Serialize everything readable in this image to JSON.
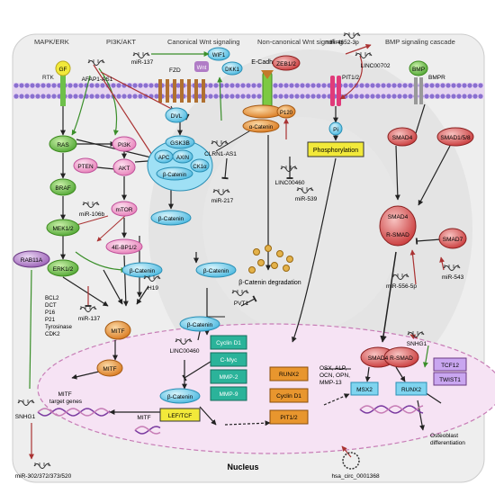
{
  "pathways": {
    "mapk_erk": "MAPK/ERK",
    "pi3k_akt": "PI3K/AKT",
    "canonical_wnt": "Canonical Wnt signaling",
    "noncanonical_wnt": "Non-canonical Wnt signaling",
    "bmp": "BMP signaling cascade"
  },
  "receptors": {
    "rtk": "RTK",
    "fzd": "FZD",
    "e_cadherin": "E-Cadherin",
    "pit": "PIT1/2",
    "bmpr": "BMPR"
  },
  "ligands": {
    "gf": "GF",
    "wnt": "Wnt",
    "bmp": "BMP",
    "wif1": "WIF1",
    "dkk1": "DKK1",
    "pi": "Pi"
  },
  "mapk_nodes": {
    "ras": "RAS",
    "braf": "BRAF",
    "mek": "MEK1/2",
    "erk": "ERK1/2"
  },
  "pi3k_nodes": {
    "pi3k": "PI3K",
    "pten": "PTEN",
    "akt": "AKT",
    "mtor": "mTOR",
    "bp1": "4E-BP1/2"
  },
  "wnt_nodes": {
    "dvl": "DVL",
    "gsk3b": "GSK3B",
    "apc": "APC",
    "axin": "AXIN",
    "ck1": "CK1α",
    "bcat_complex": "β-Catenin",
    "bcat_cyto": "β-Catenin",
    "bcat_1": "β-Catenin",
    "bcat_2": "β-Catenin",
    "bcat_3": "β-Catenin",
    "bcat_4": "β-Catenin",
    "p120": "P120",
    "a_catenin": "α-Catenin",
    "bcat_degradation": "β-Catenin degradation"
  },
  "bmp_nodes": {
    "smad4_top": "SMAD4",
    "smad158": "SMAD1/5/8",
    "smad4_mid": "SMAD4",
    "rsmad_mid": "R-SMAD",
    "smad7": "SMAD7",
    "smad4_nuc": "SMAD4",
    "rsmad_nuc": "R-SMAD",
    "zeb12": "ZEB1/2"
  },
  "rna": {
    "afap1": "AFAP1-AS1",
    "mir137_top": "miR-137",
    "mir4652": "miR-4652-3p",
    "linc00702": "LINC00702",
    "clrn1": "CLRN1-AS1",
    "mir217": "miR-217",
    "linc00460_top": "LINC00460",
    "mir539": "miR-539",
    "mir106b": "miR-106b",
    "h19": "H19",
    "mir137_mid": "miR-137",
    "rab11a": "RAB11A",
    "snhg1_left": "SNHG1",
    "mir302": "miR-302/372/373/520",
    "pvt1": "PVT1",
    "linc00460_nuc": "LINC00460",
    "mir5565": "miR-556-5p",
    "mir543": "miR-543",
    "snhg1_right": "SNHG1",
    "circ": "hsa_circ_0001368"
  },
  "process": {
    "phosphorylation": "Phosphorylation"
  },
  "mitf": {
    "mitf_cyto": "MITF",
    "mitf_nuc": "MITF",
    "mitf_label": "MITF",
    "target_genes": "MITF\ntarget genes"
  },
  "mitf_targets": [
    "BCL2",
    "DCT",
    "P16",
    "P21",
    "Tyrosinase",
    "CDK2"
  ],
  "nucleus": {
    "label": "Nucleus",
    "cyclin_d1": "Cyclin D1",
    "cmyc": "C-Myc",
    "mmp2": "MMP-2",
    "mmp9": "MMP-9",
    "lef": "LEF/TCF",
    "runx2": "RUNX2",
    "cyclin_d1_b": "Cyclin D1",
    "pit12": "PIT1/2",
    "osx": "OSX, ALP,\nOCN, OPN,\nMMP-13",
    "msx2": "MSX2",
    "runx2_b": "RUNX2",
    "tcf12": "TCF12",
    "twist1": "TWIST1",
    "osteoblast": "Osteoblast\ndifferentiation"
  },
  "colors": {
    "green": "#6dc04a",
    "pink": "#f4a6d0",
    "lightblue": "#7fd4ef",
    "orange": "#e8962e",
    "yellow": "#f2e93a",
    "red": "#d9534f",
    "purple": "#b07cc6",
    "teal": "#2bb39a"
  }
}
